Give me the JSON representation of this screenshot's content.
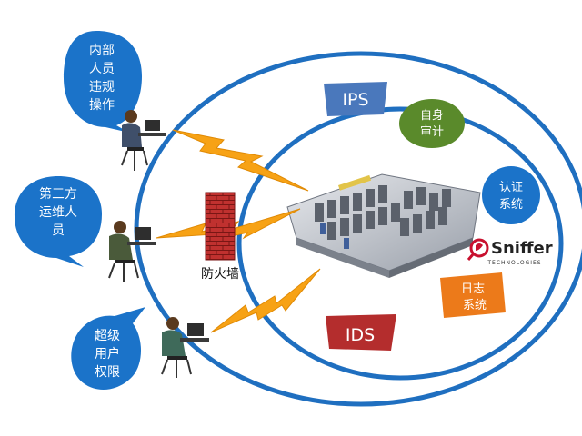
{
  "threats": {
    "insider": {
      "lines": [
        "内部",
        "人员",
        "违规",
        "操作"
      ]
    },
    "third_party": {
      "lines": [
        "第三方",
        "运维人",
        "员"
      ]
    },
    "super_user": {
      "lines": [
        "超级",
        "用户",
        "权限"
      ]
    }
  },
  "firewall": {
    "label": "防火墙"
  },
  "controls": {
    "ips": {
      "label": "IPS"
    },
    "ids": {
      "label": "IDS"
    },
    "self_audit": {
      "lines": [
        "自身",
        "审计"
      ]
    },
    "auth": {
      "lines": [
        "认证",
        "系统"
      ]
    },
    "log": {
      "lines": [
        "日志",
        "系统"
      ]
    }
  },
  "brand": {
    "name": "Sniffer",
    "tagline": "TECHNOLOGIES"
  },
  "colors": {
    "ring": "#1f6fc0",
    "bubble_fill": "#1b73c9",
    "lightning": "#f7a215",
    "box_blue": "#4a78bc",
    "box_red": "#b42d2d",
    "box_green": "#5a8a2b",
    "box_orange": "#ec7a1a",
    "brand_red": "#c8102e",
    "brick": "#c0312f"
  }
}
